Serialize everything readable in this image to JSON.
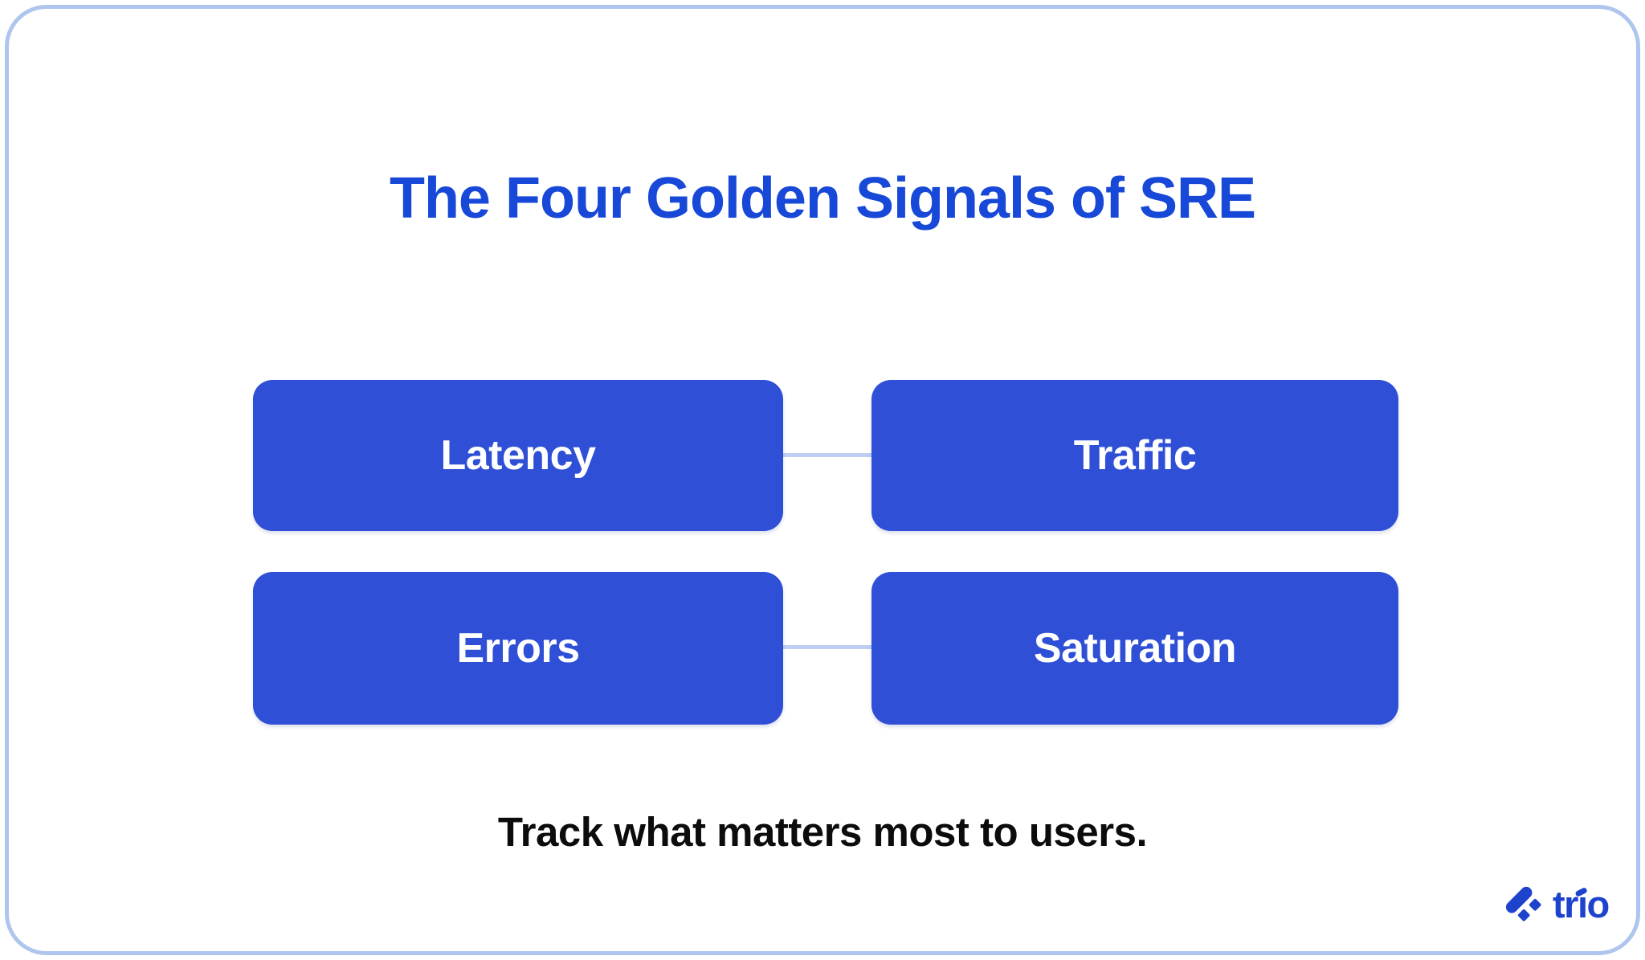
{
  "page": {
    "title": "The Four Golden Signals of SRE",
    "caption": "Track what matters most to users."
  },
  "signals": [
    {
      "id": "latency",
      "label": "Latency"
    },
    {
      "id": "traffic",
      "label": "Traffic"
    },
    {
      "id": "errors",
      "label": "Errors"
    },
    {
      "id": "saturation",
      "label": "Saturation"
    }
  ],
  "logo": {
    "brand": "trio",
    "text_before_i": "tr",
    "text_i": "ı",
    "text_after_i": "o"
  },
  "colors": {
    "title_blue": "#1748d8",
    "box_blue": "#2e4fd6",
    "connector_blue": "#bdcff2",
    "border_blue": "#aec5ee",
    "logo_blue": "#1d43cd",
    "caption_black": "#0c0c0d"
  }
}
